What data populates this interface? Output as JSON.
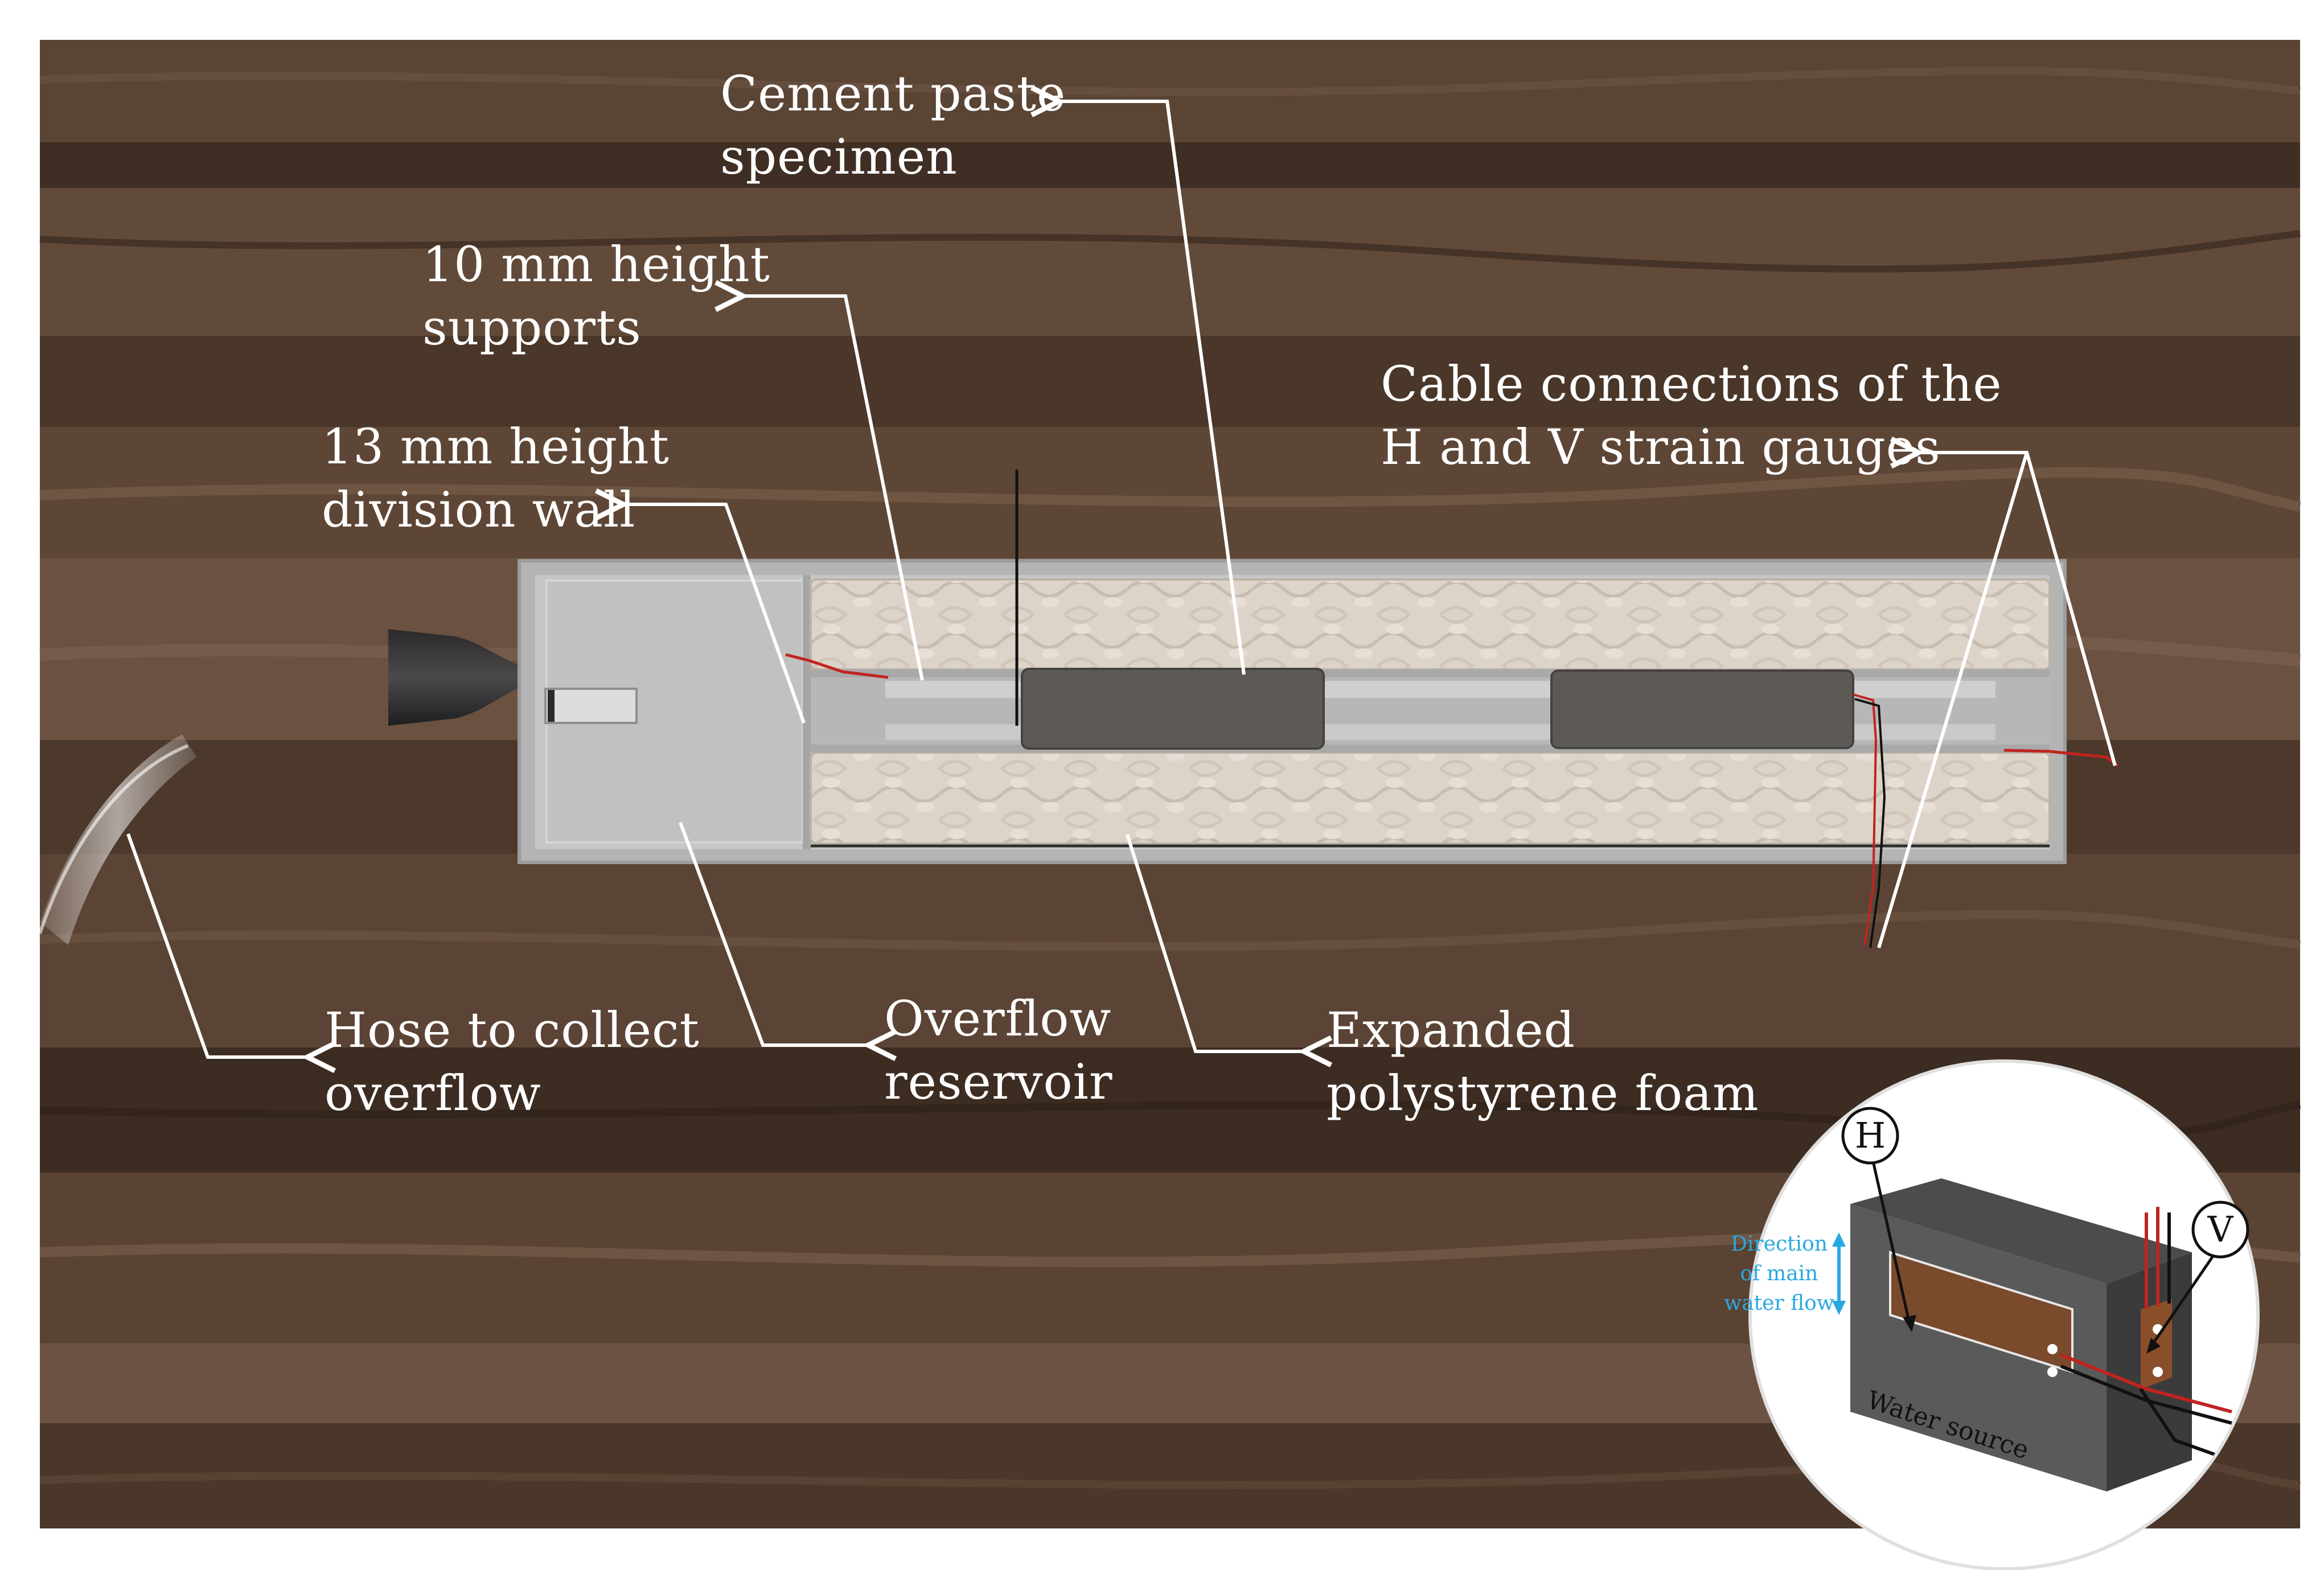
{
  "labels": {
    "cement_paste_specimen": [
      "Cement paste",
      "specimen"
    ],
    "supports": [
      "10 mm  height",
      "supports"
    ],
    "division_wall": [
      "13 mm  height",
      "division wall"
    ],
    "cable_connections": [
      "Cable connections of the",
      "H and V strain gauges"
    ],
    "hose": [
      "Hose to collect",
      "overflow"
    ],
    "overflow_reservoir": [
      "Overflow",
      "reservoir"
    ],
    "foam": [
      "Expanded",
      "polystyrene foam"
    ]
  },
  "inset": {
    "h_marker": "H",
    "v_marker": "V",
    "flow_label": [
      "Direction",
      "of main",
      "water flow"
    ],
    "water_source": "Water source"
  },
  "colors": {
    "wood_dark": "#3e2c21",
    "wood_mid": "#5c4536",
    "wood_light": "#7a604c",
    "tray": "#b9b9b9",
    "foam": "#dcd3c8",
    "specimen": "#5e5a56",
    "cable_red": "#c0241f",
    "flow_blue": "#29a8e0",
    "annotation": "#ffffff"
  }
}
